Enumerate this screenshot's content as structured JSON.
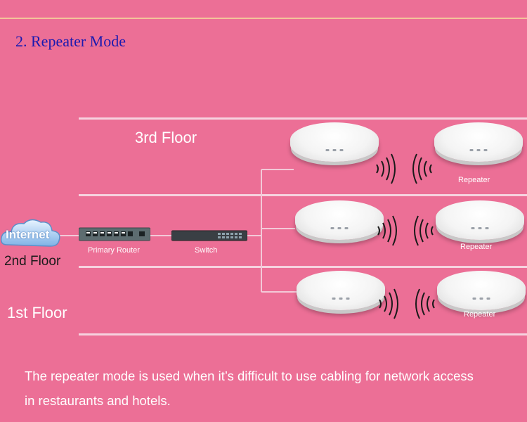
{
  "title": "2. Repeater Mode",
  "floors": {
    "third": "3rd Floor",
    "second": "2nd Floor",
    "first": "1st Floor"
  },
  "devices": {
    "cloud": "Internet",
    "router": "Primary Router",
    "switch": "Switch",
    "repeater": "Repeater"
  },
  "footer": {
    "line1": "The repeater mode is used when it’s difficult to use cabling for network access",
    "line2": "in restaurants and hotels."
  },
  "colors": {
    "background": "#ec6f96",
    "title": "#1a1ab0",
    "floor_lines": "#f6d2df",
    "waves": "#1a1a1a"
  }
}
